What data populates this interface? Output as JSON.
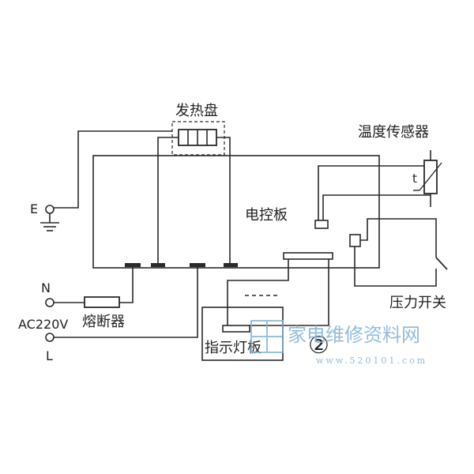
{
  "labels": {
    "heating_plate": "发热盘",
    "temp_sensor": "温度传感器",
    "sensor_symbol": "t",
    "ground": "E",
    "control_board": "电控板",
    "neutral": "N",
    "ac_supply": "AC220V",
    "fuse": "熔断器",
    "live": "L",
    "indicator_board": "指示灯板",
    "pressure_switch": "压力开关",
    "figure_number": "②"
  },
  "watermark": {
    "site_name": "家电维修资料网",
    "url": "www.520101.com"
  },
  "colors": {
    "line": "#2a2a2a",
    "watermark": "#7fb2d6",
    "background": "#ffffff"
  }
}
